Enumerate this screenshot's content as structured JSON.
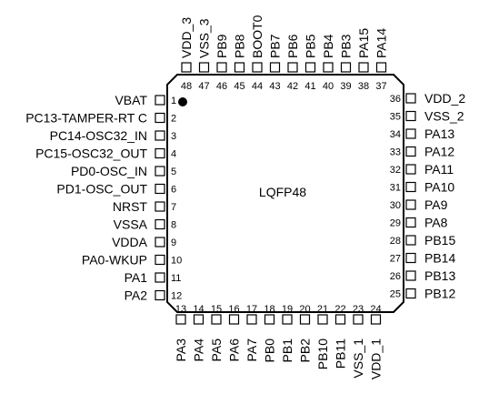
{
  "package": {
    "name": "LQFP48",
    "colors": {
      "outline": "#000000",
      "pad_fill": "#ffffff",
      "pin1_dot": "#000000"
    }
  },
  "pins": {
    "left": [
      {
        "num": "1",
        "name": "VBAT"
      },
      {
        "num": "2",
        "name": "PC13-TAMPER-RT C"
      },
      {
        "num": "3",
        "name": "PC14-OSC32_IN"
      },
      {
        "num": "4",
        "name": "PC15-OSC32_OUT"
      },
      {
        "num": "5",
        "name": "PD0-OSC_IN"
      },
      {
        "num": "6",
        "name": "PD1-OSC_OUT"
      },
      {
        "num": "7",
        "name": "NRST"
      },
      {
        "num": "8",
        "name": "VSSA"
      },
      {
        "num": "9",
        "name": "VDDA"
      },
      {
        "num": "10",
        "name": "PA0-WKUP"
      },
      {
        "num": "11",
        "name": "PA1"
      },
      {
        "num": "12",
        "name": "PA2"
      }
    ],
    "bottom": [
      {
        "num": "13",
        "name": "PA3"
      },
      {
        "num": "14",
        "name": "PA4"
      },
      {
        "num": "15",
        "name": "PA5"
      },
      {
        "num": "16",
        "name": "PA6"
      },
      {
        "num": "17",
        "name": "PA7"
      },
      {
        "num": "18",
        "name": "PB0"
      },
      {
        "num": "19",
        "name": "PB1"
      },
      {
        "num": "20",
        "name": "PB2"
      },
      {
        "num": "21",
        "name": "PB10"
      },
      {
        "num": "22",
        "name": "PB11"
      },
      {
        "num": "23",
        "name": "VSS_1"
      },
      {
        "num": "24",
        "name": "VDD_1"
      }
    ],
    "right": [
      {
        "num": "36",
        "name": "VDD_2"
      },
      {
        "num": "35",
        "name": "VSS_2"
      },
      {
        "num": "34",
        "name": "PA13"
      },
      {
        "num": "33",
        "name": "PA12"
      },
      {
        "num": "32",
        "name": "PA11"
      },
      {
        "num": "31",
        "name": "PA10"
      },
      {
        "num": "30",
        "name": "PA9"
      },
      {
        "num": "29",
        "name": "PA8"
      },
      {
        "num": "28",
        "name": "PB15"
      },
      {
        "num": "27",
        "name": "PB14"
      },
      {
        "num": "26",
        "name": "PB13"
      },
      {
        "num": "25",
        "name": "PB12"
      }
    ],
    "top": [
      {
        "num": "48",
        "name": "VDD_3"
      },
      {
        "num": "47",
        "name": "VSS_3"
      },
      {
        "num": "46",
        "name": "PB9"
      },
      {
        "num": "45",
        "name": "PB8"
      },
      {
        "num": "44",
        "name": "BOOT0"
      },
      {
        "num": "43",
        "name": "PB7"
      },
      {
        "num": "42",
        "name": "PB6"
      },
      {
        "num": "41",
        "name": "PB5"
      },
      {
        "num": "40",
        "name": "PB4"
      },
      {
        "num": "39",
        "name": "PB3"
      },
      {
        "num": "38",
        "name": "PA15"
      },
      {
        "num": "37",
        "name": "PA14"
      }
    ]
  }
}
